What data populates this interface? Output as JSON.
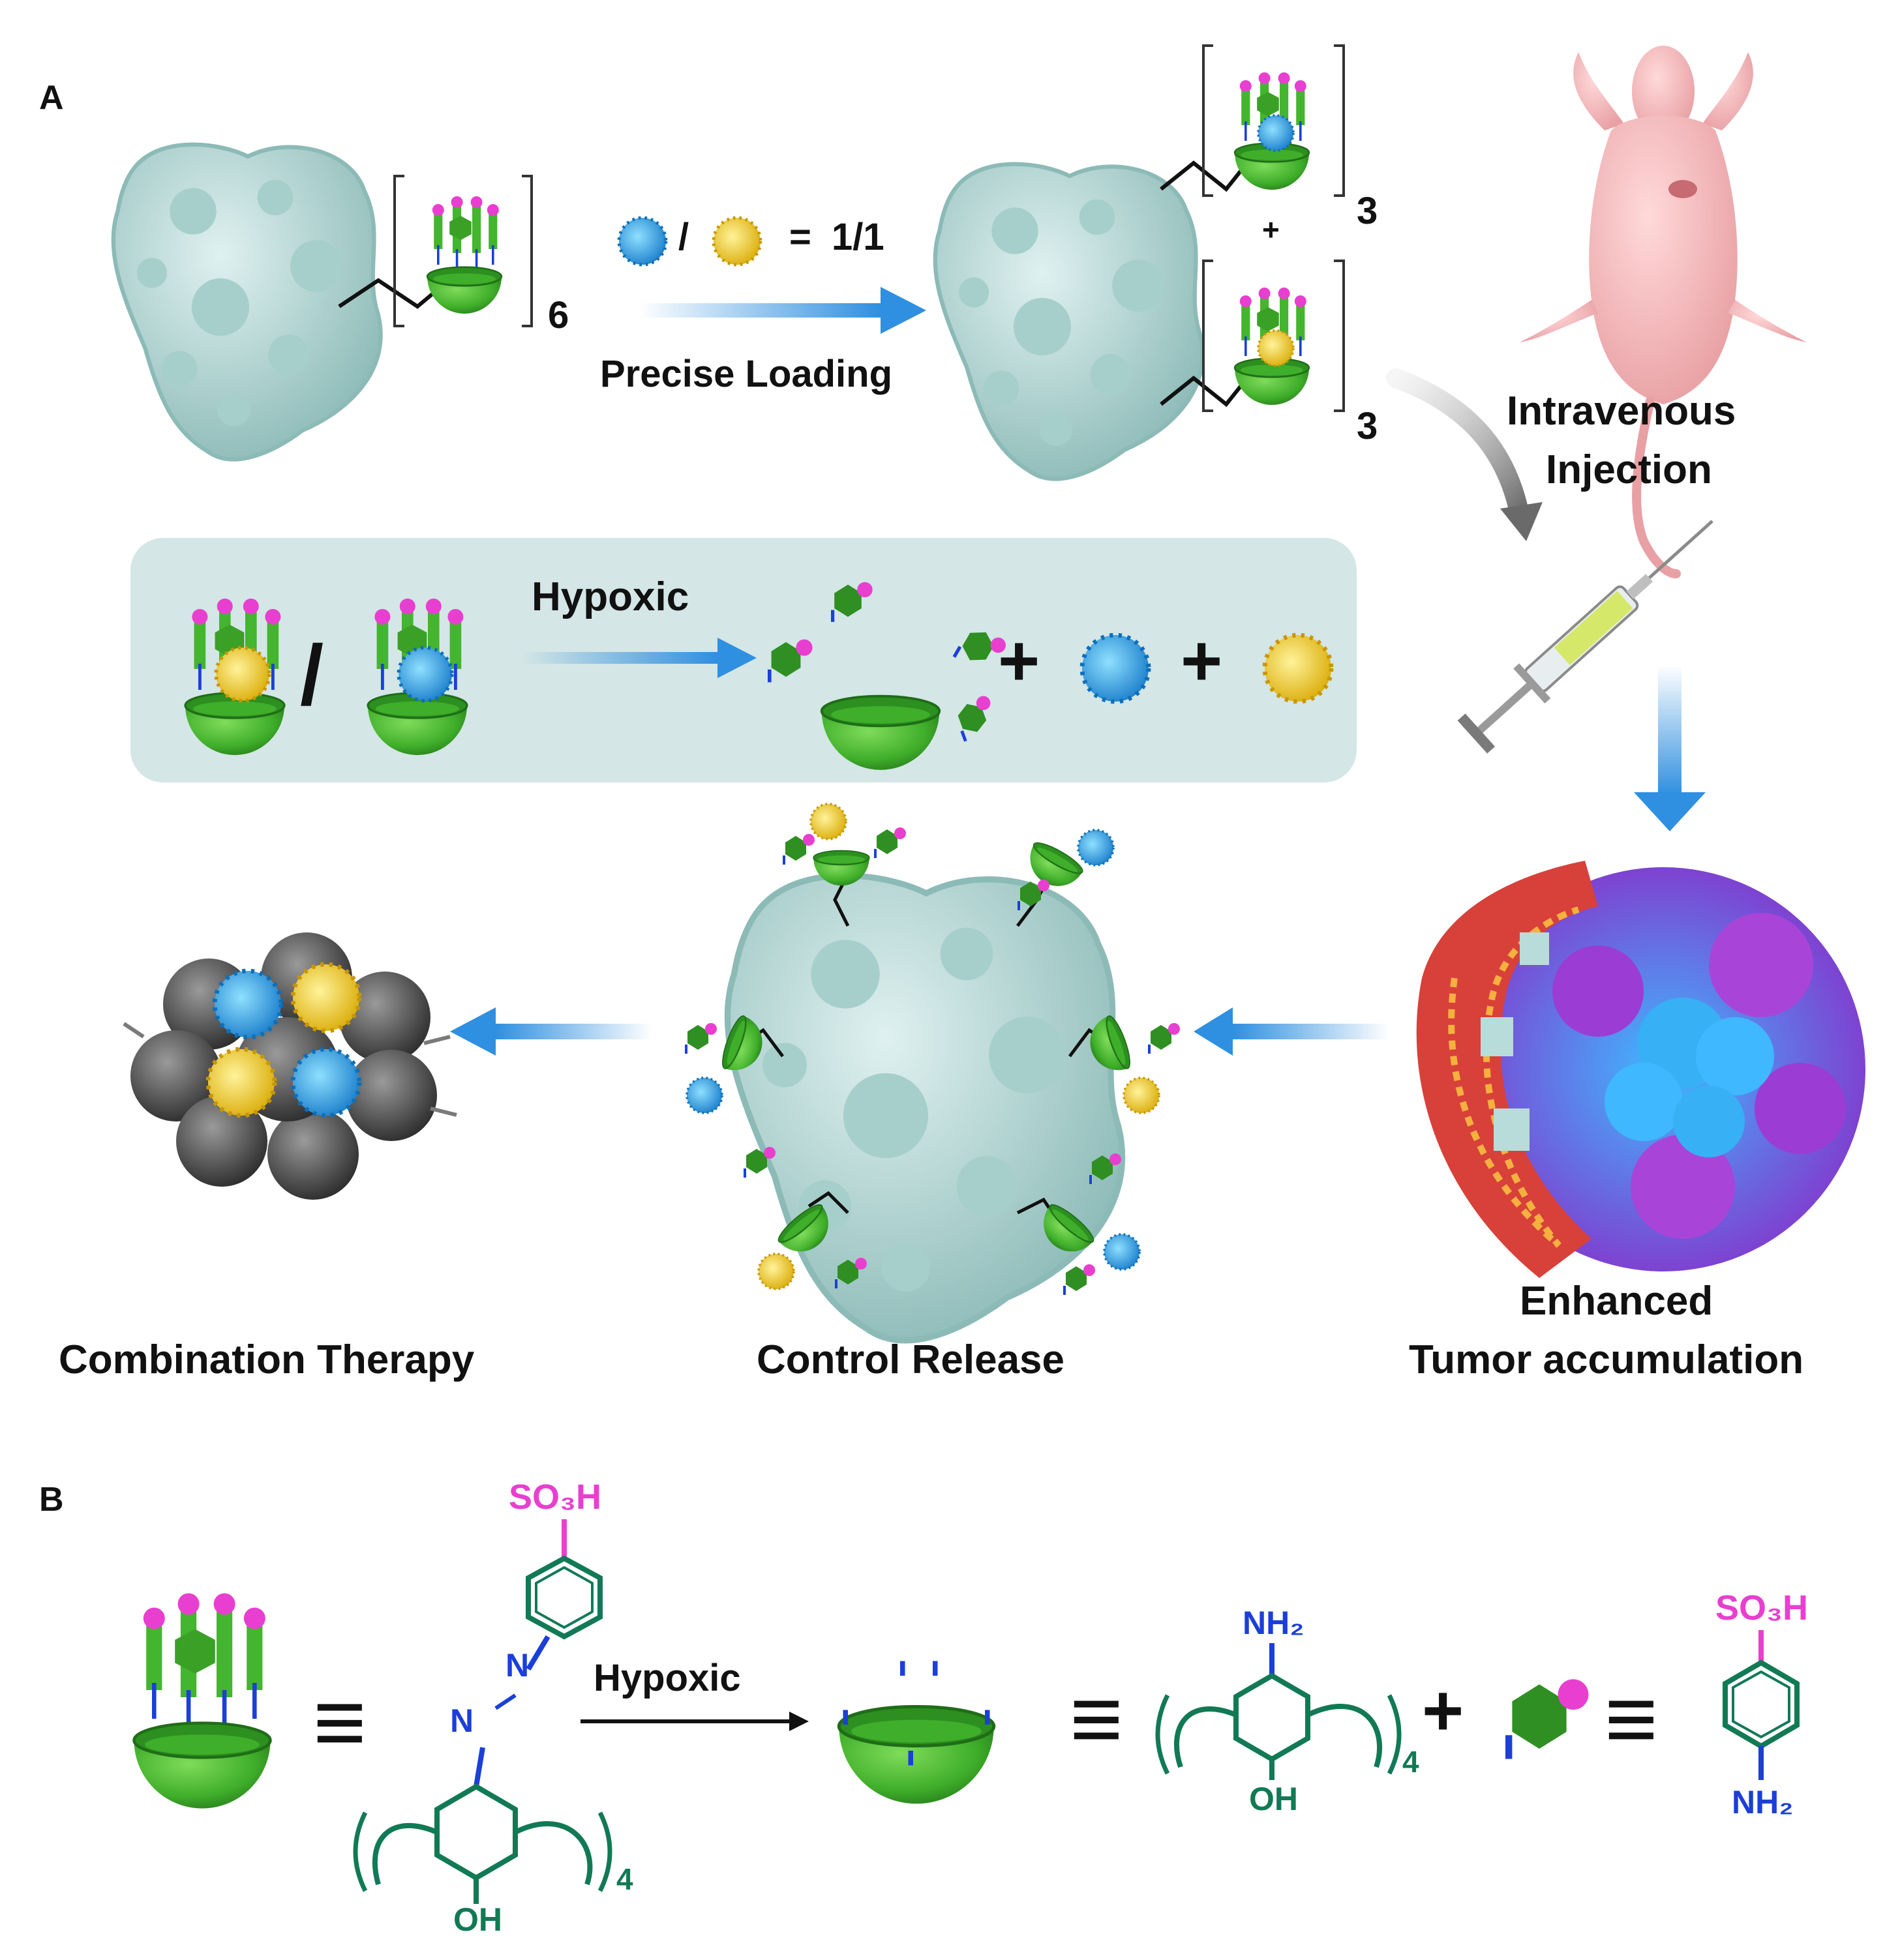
{
  "panels": {
    "a_label": "A",
    "b_label": "B"
  },
  "panel_a": {
    "ratio": {
      "slash": "/",
      "equals": "=",
      "value": "1/1"
    },
    "precise_loading": "Precise Loading",
    "multiplier_six": "6",
    "multiplier_three_top": "3",
    "multiplier_three_bottom": "3",
    "plus_small": "+",
    "hypoxic": "Hypoxic",
    "slash_big": "/",
    "plus_one": "+",
    "plus_two": "+",
    "intravenous_line1": "Intravenous",
    "intravenous_line2": "Injection",
    "enhanced_line1": "Enhanced",
    "enhanced_line2": "Tumor accumulation",
    "control_release": "Control Release",
    "combination_therapy": "Combination Therapy"
  },
  "panel_b": {
    "equiv_1": "≡",
    "equiv_2": "≡",
    "equiv_3": "≡",
    "so3h_top": "SO₃H",
    "n_top": "N",
    "n_bottom": "N",
    "oh_left": "OH",
    "sub_4_left": "4",
    "hypoxic": "Hypoxic",
    "nh2_top": "NH₂",
    "oh_right": "OH",
    "sub_4_right": "4",
    "plus": "+",
    "so3h_right": "SO₃H",
    "nh2_bottom": "NH₂"
  },
  "colors": {
    "protein": "#b7dcda",
    "protein_shade": "#8fbcba",
    "bowl_green": "#3fae2a",
    "bowl_dark": "#1f7a1a",
    "magenta": "#e83fd0",
    "blue_drug": "#2aa9e8",
    "yellow_drug": "#f5d21a",
    "arrow_blue": "#2f8fe0",
    "panel_bg": "#d4e6e6",
    "chem_green": "#117a55",
    "chem_blue": "#1b3fd8",
    "chem_magenta": "#e83fd0"
  },
  "icons": [
    "protein-surface",
    "calixarene-bowl",
    "drug-blue",
    "drug-yellow",
    "mouse",
    "syringe",
    "tumor-vessel",
    "cell-cluster"
  ]
}
